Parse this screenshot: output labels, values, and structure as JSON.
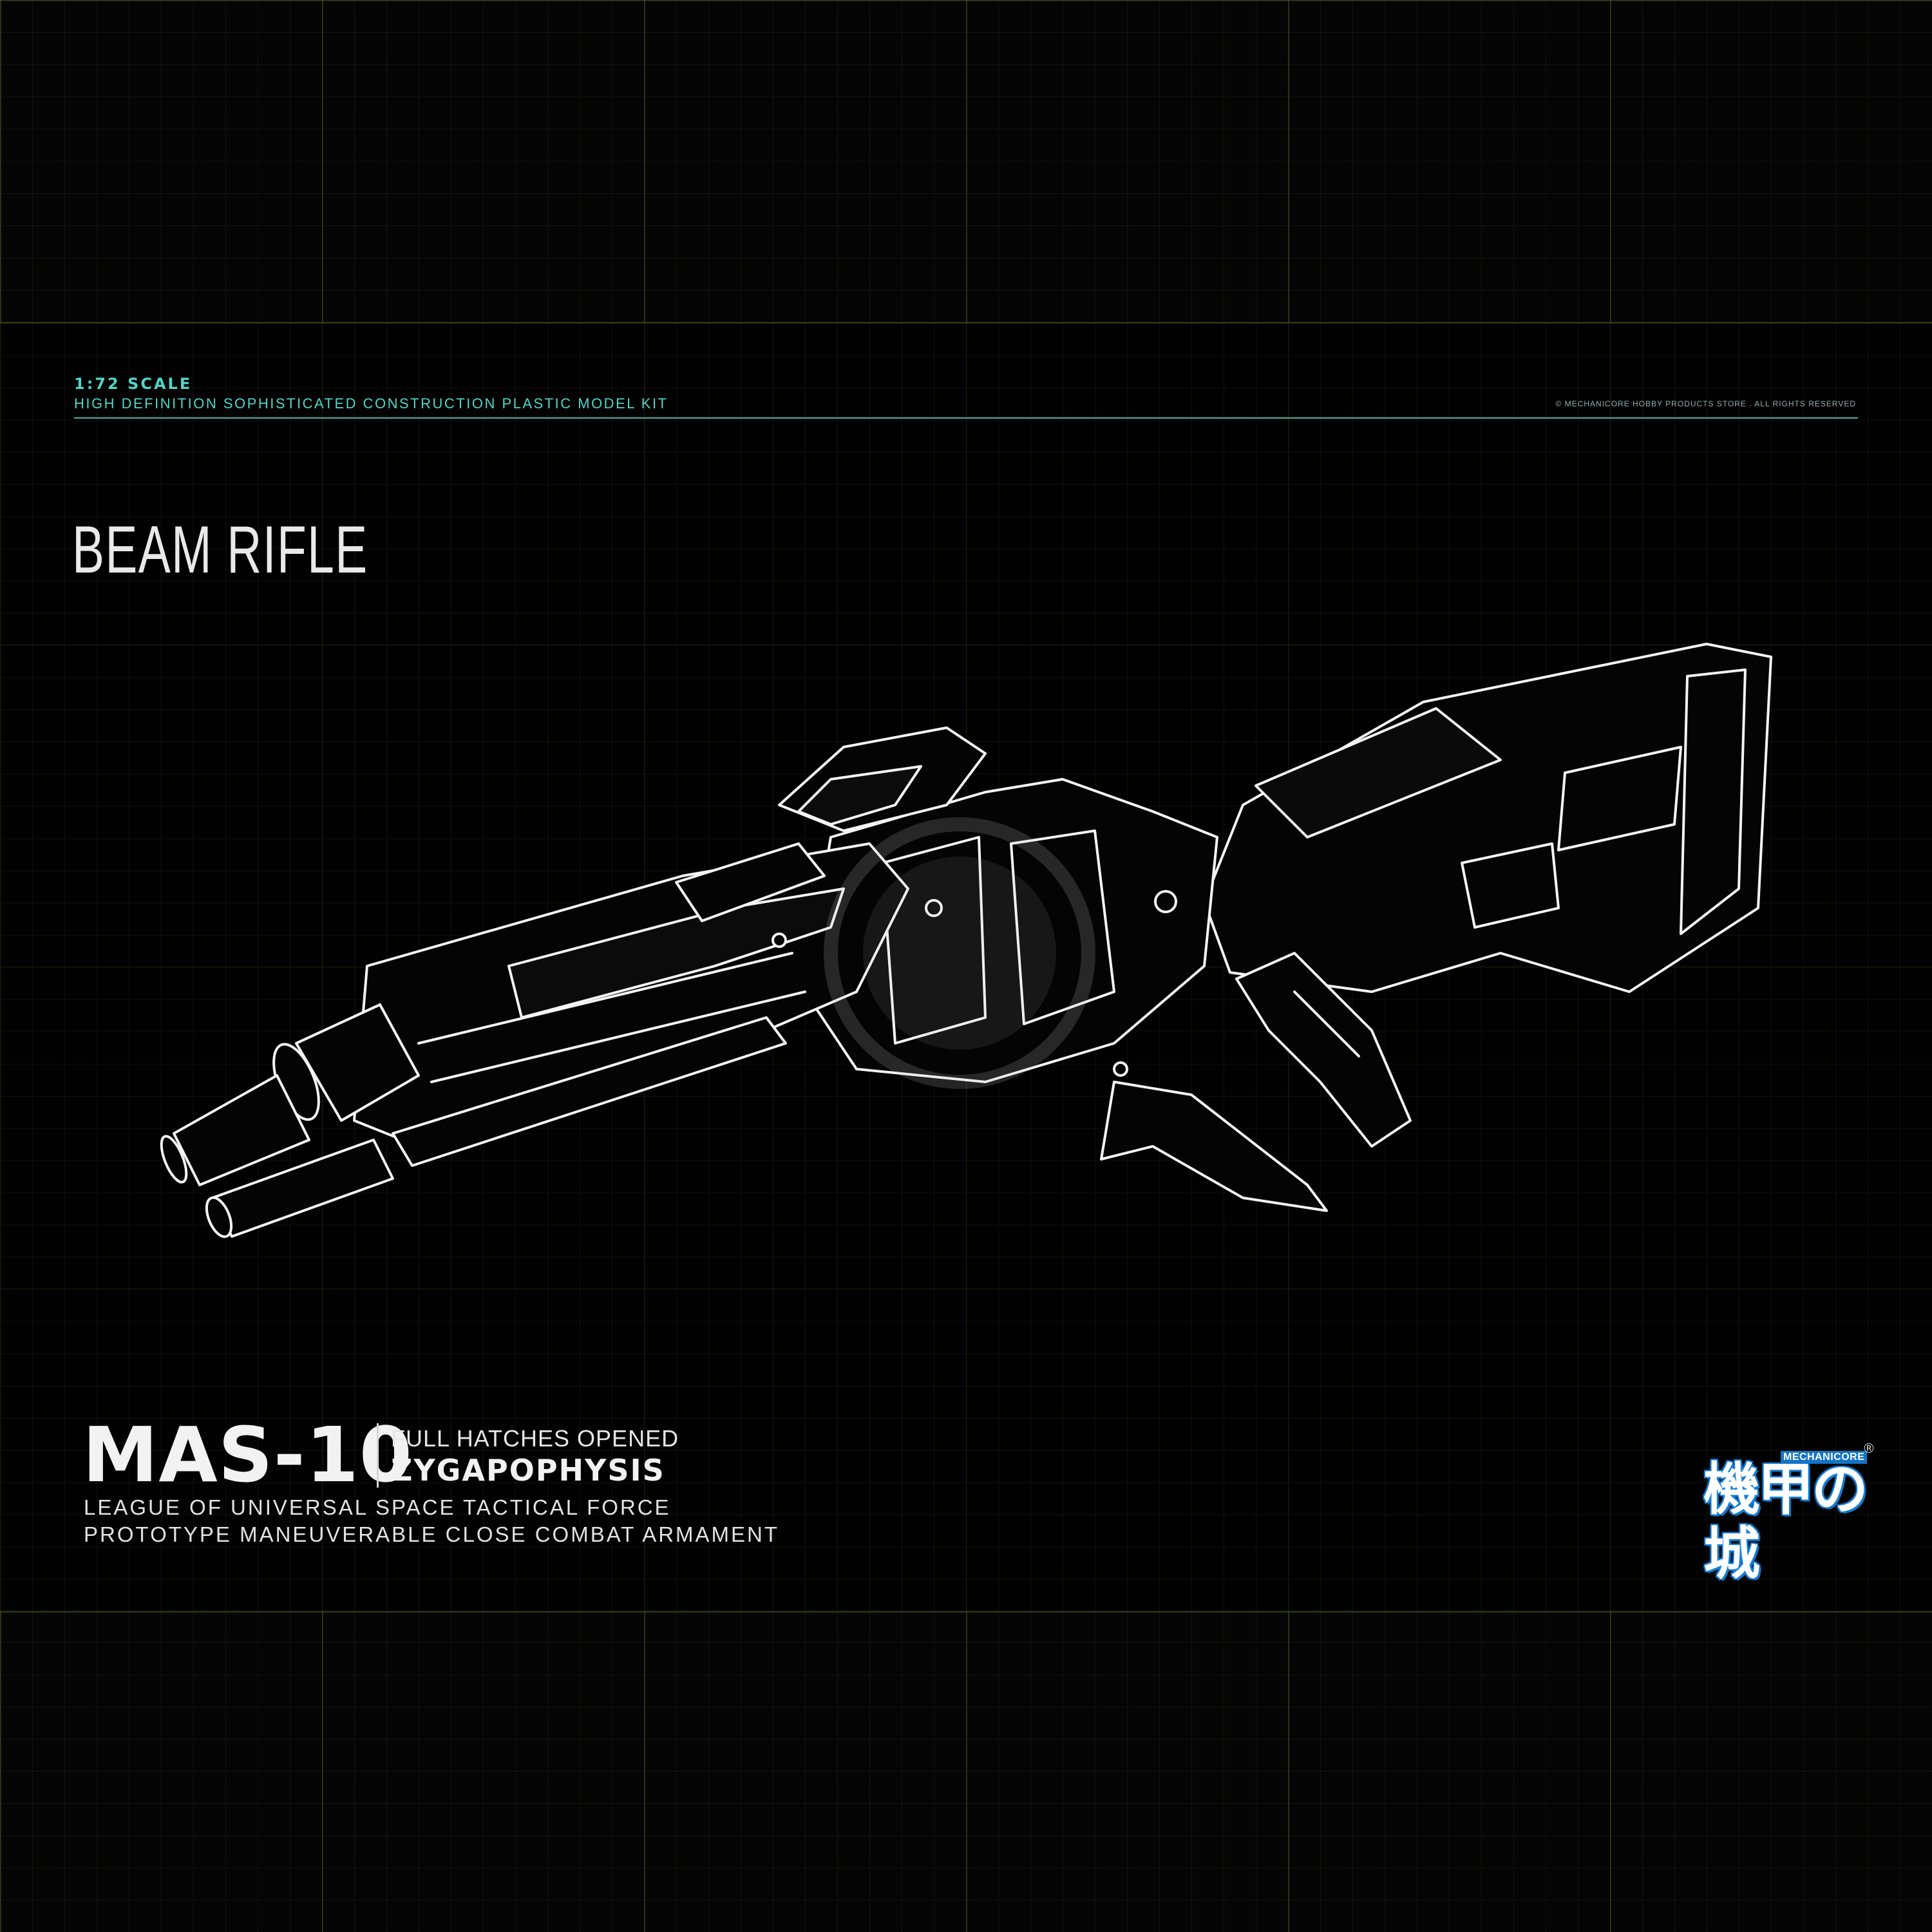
{
  "header": {
    "scale": "1:72 SCALE",
    "kit_description": "HIGH DEFINITION SOPHISTICATED CONSTRUCTION PLASTIC MODEL KIT",
    "copyright": "© MECHANICORE HOBBY PRODUCTS STORE . ALL RIGHTS RESERVED"
  },
  "title": "BEAM RIFLE",
  "footer": {
    "model_number": "MAS-10",
    "status": "FULL HATCHES OPENED",
    "codename": "ZYGAPOPHYSIS",
    "line1": "LEAGUE OF UNIVERSAL SPACE TACTICAL FORCE",
    "line2": "PROTOTYPE MANEUVERABLE CLOSE COMBAT ARMAMENT"
  },
  "logo": {
    "main": "機甲の城",
    "sub": "MECHANICORE",
    "registered": "®"
  },
  "colors": {
    "accent": "#4fd6c9",
    "background": "#050505",
    "line_art": "#ffffff",
    "logo_blue": "#1474c8"
  }
}
